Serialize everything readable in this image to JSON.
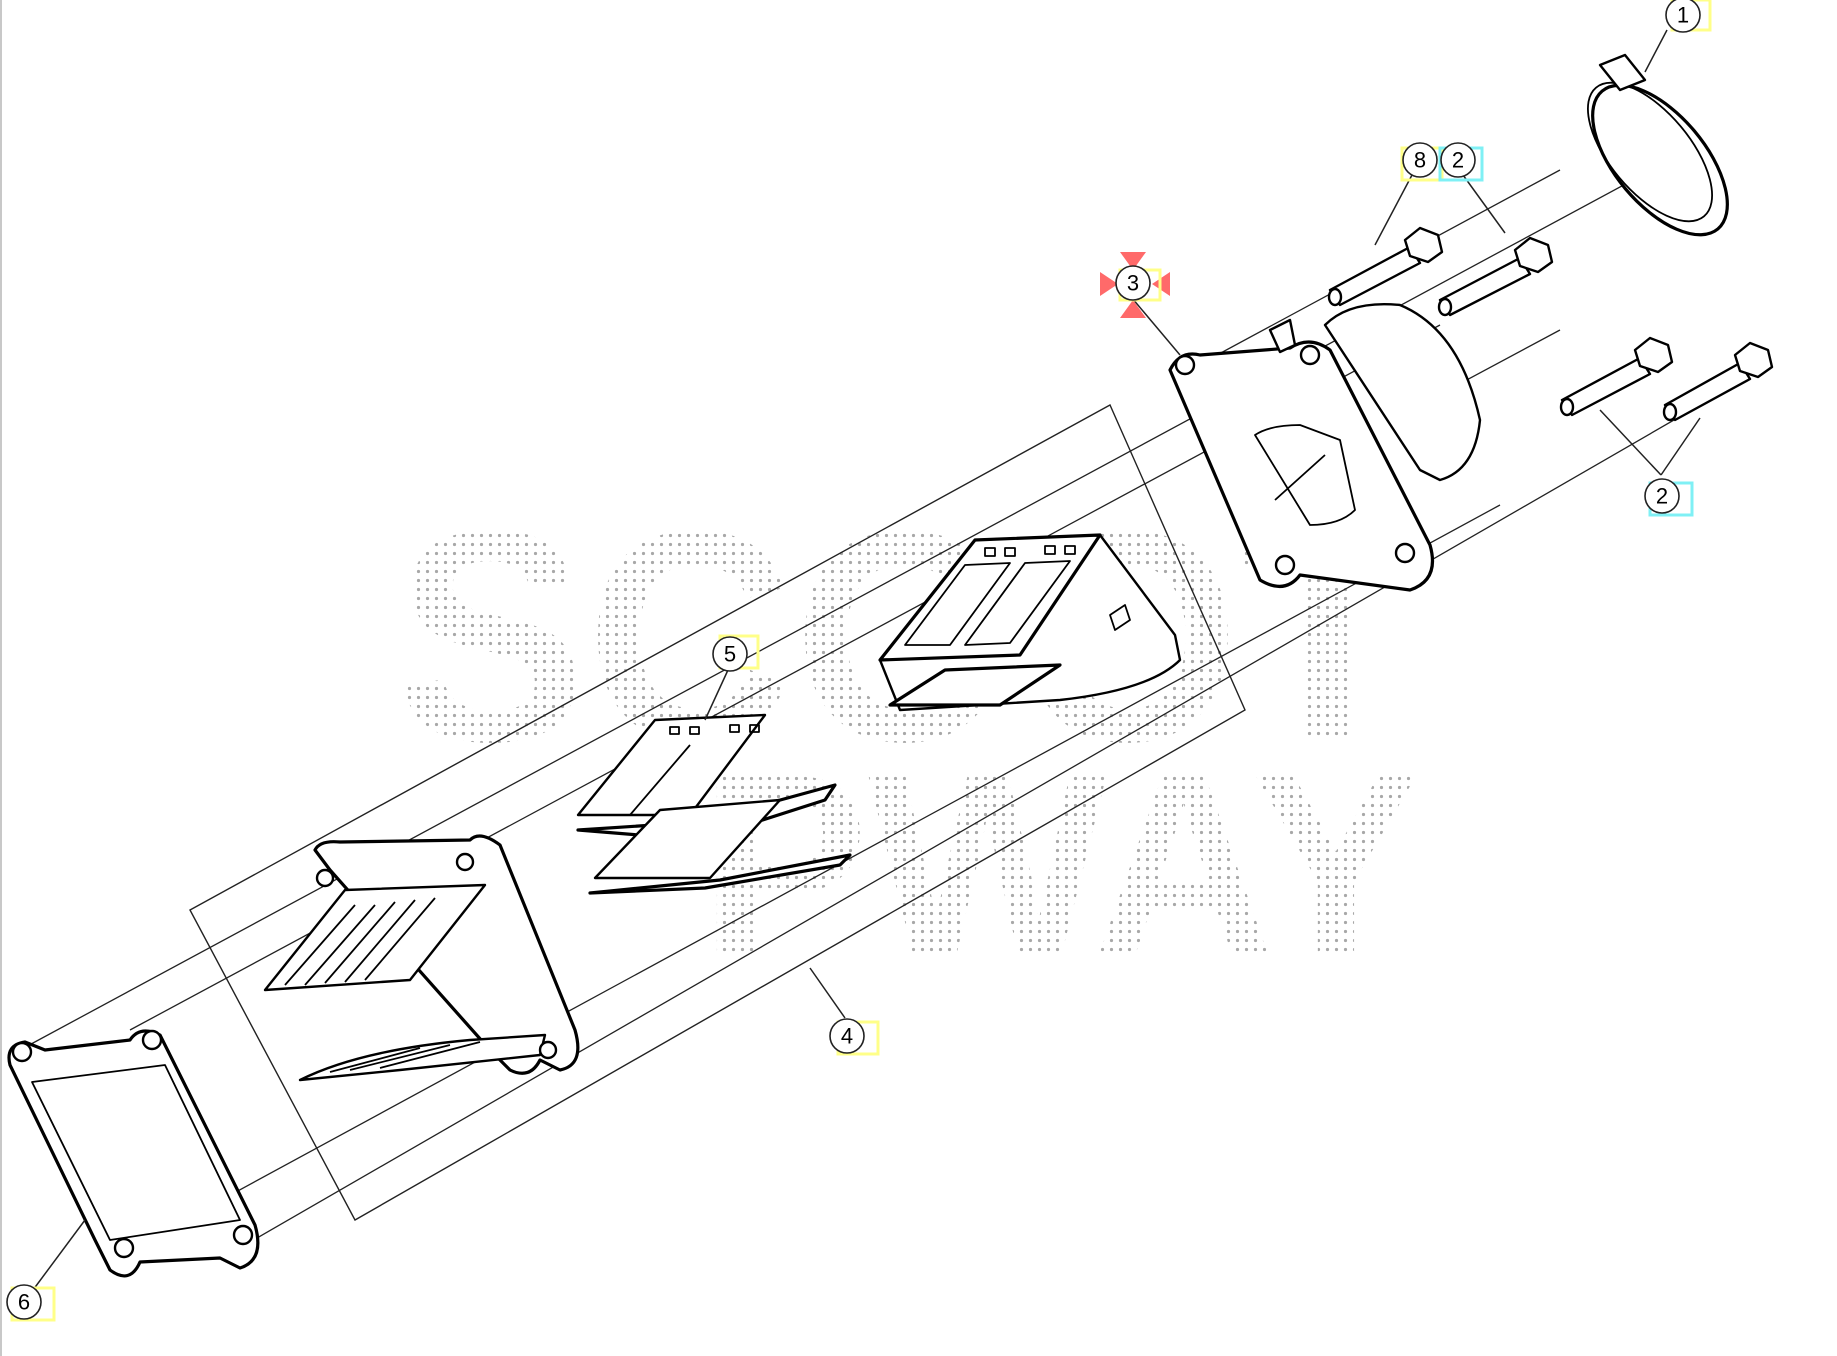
{
  "diagram": {
    "type": "exploded-parts-view",
    "subject": "reed valve intake assembly",
    "watermark": {
      "line1": "SCOOT",
      "line2": "PWAY"
    },
    "selected_callout": "3",
    "callouts": [
      {
        "id": "1",
        "label": "1",
        "part": "hose clamp",
        "highlight": "yellow"
      },
      {
        "id": "2a",
        "label": "2",
        "part": "flange bolt (upper)",
        "highlight": "cyan"
      },
      {
        "id": "2b",
        "label": "2",
        "part": "flange bolts (lower pair)",
        "highlight": "cyan"
      },
      {
        "id": "3",
        "label": "3",
        "part": "intake manifold",
        "highlight": "yellow",
        "selected": true
      },
      {
        "id": "4",
        "label": "4",
        "part": "reed valve kit (boxed assembly)",
        "highlight": "yellow"
      },
      {
        "id": "5",
        "label": "5",
        "part": "reed petals",
        "highlight": "yellow"
      },
      {
        "id": "6",
        "label": "6",
        "part": "gasket",
        "highlight": "yellow"
      },
      {
        "id": "8",
        "label": "8",
        "part": "flange bolt",
        "highlight": "yellow"
      }
    ],
    "colors": {
      "highlight_yellow": "#ffff88",
      "highlight_cyan": "#7ff0f5",
      "selection_marker": "#ff6a6a",
      "line": "#000000",
      "watermark_dots": "#9a9a9a"
    }
  }
}
